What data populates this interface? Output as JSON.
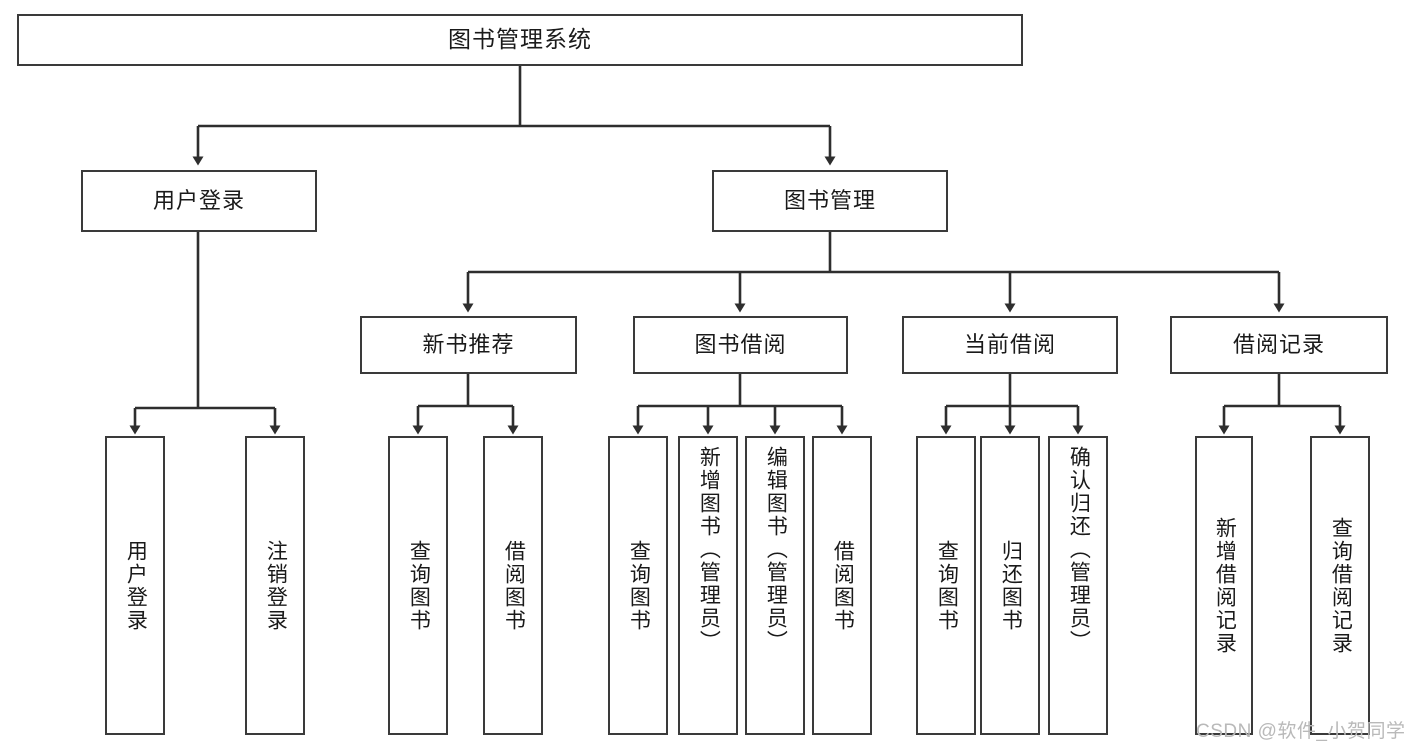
{
  "diagram": {
    "title": "图书管理系统",
    "type": "tree-hierarchy-diagram",
    "root": {
      "label": "图书管理系统"
    },
    "level2": [
      {
        "label": "用户登录"
      },
      {
        "label": "图书管理"
      }
    ],
    "level3": [
      {
        "label": "新书推荐"
      },
      {
        "label": "图书借阅"
      },
      {
        "label": "当前借阅"
      },
      {
        "label": "借阅记录"
      }
    ],
    "leaves": {
      "user_login": [
        {
          "label": "用户登录"
        },
        {
          "label": "注销登录"
        }
      ],
      "new_book_recommend": [
        {
          "label": "查询图书"
        },
        {
          "label": "借阅图书"
        }
      ],
      "book_borrow": [
        {
          "label": "查询图书"
        },
        {
          "label": "新增图书（管理员）"
        },
        {
          "label": "编辑图书（管理员）"
        },
        {
          "label": "借阅图书"
        }
      ],
      "current_borrow": [
        {
          "label": "查询图书"
        },
        {
          "label": "归还图书"
        },
        {
          "label": "确认归还（管理员）"
        }
      ],
      "borrow_record": [
        {
          "label": "新增借阅记录"
        },
        {
          "label": "查询借阅记录"
        }
      ]
    }
  },
  "watermark": {
    "text": "CSDN @软件_小贺同学"
  },
  "colors": {
    "stroke": "#3a3a3a",
    "background": "#ffffff",
    "text": "#1a1a1a",
    "watermark": "#b9b9b9"
  }
}
